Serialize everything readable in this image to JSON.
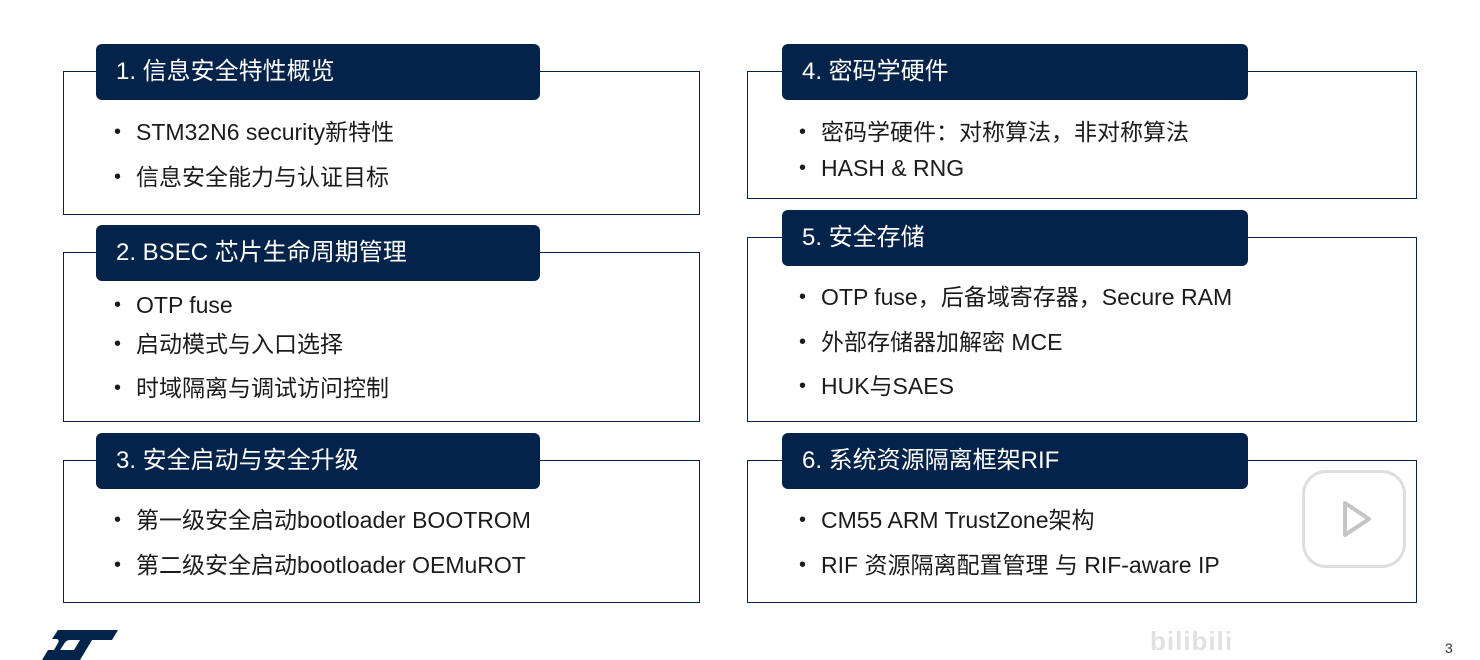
{
  "cards": [
    {
      "title": "1. 信息安全特性概览",
      "items": [
        "STM32N6 security新特性",
        "信息安全能力与认证目标"
      ]
    },
    {
      "title": "2. BSEC 芯片生命周期管理",
      "items": [
        "OTP fuse",
        "启动模式与入口选择",
        "时域隔离与调试访问控制"
      ]
    },
    {
      "title": "3. 安全启动与安全升级",
      "items": [
        "第一级安全启动bootloader BOOTROM",
        "第二级安全启动bootloader OEMuROT"
      ]
    },
    {
      "title": "4. 密码学硬件",
      "items": [
        "密码学硬件：对称算法，非对称算法",
        "HASH & RNG"
      ]
    },
    {
      "title": "5. 安全存储",
      "items": [
        "OTP fuse，后备域寄存器，Secure RAM",
        "外部存储器加解密 MCE",
        "HUK与SAES"
      ]
    },
    {
      "title": "6. 系统资源隔离框架RIF",
      "items": [
        "CM55 ARM TrustZone架构",
        "RIF 资源隔离配置管理 与 RIF-aware IP"
      ]
    }
  ],
  "bullet_char": "•",
  "logo_name": "st-logo",
  "page_number": "3",
  "overlay": {
    "icon": "play-icon",
    "watermark": "bilibili"
  },
  "colors": {
    "navy": "#03234b",
    "text": "#1b1b1b"
  }
}
